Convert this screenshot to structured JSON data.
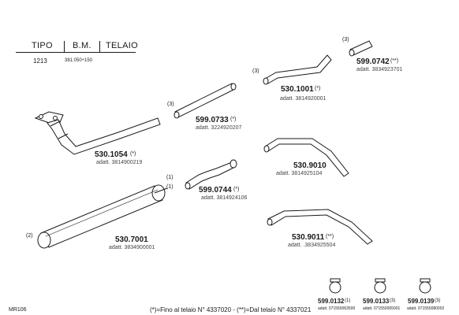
{
  "header": {
    "col_tipo": "TIPO",
    "col_bm": "B.M.",
    "col_telaio": "TELAIO",
    "tipo_value": "1213",
    "bm_value": "381.050÷150"
  },
  "parts": [
    {
      "callout": "(3)",
      "code": "599.0742",
      "marker": "(**)",
      "adatt": "adatt. 3834923701"
    },
    {
      "callout": "(3)",
      "code": "530.1001",
      "marker": "(*)",
      "adatt": "adatt. 3814920001"
    },
    {
      "callout": "(3)",
      "code": "599.0733",
      "marker": "(*)",
      "adatt": "adatt. 3224920207"
    },
    {
      "code": "530.1054",
      "marker": "(*)",
      "adatt": "adatt. 3814900219"
    },
    {
      "code": "530.9010",
      "adatt": "adatt. 3814925104"
    },
    {
      "callout": "(1)",
      "code": "599.0744",
      "marker": "(*)",
      "adatt": "adatt. 3814924106"
    },
    {
      "callout_left": "(2)",
      "callout_right": "(1)",
      "code": "530.7001",
      "adatt": "adatt. 3834900001"
    },
    {
      "code": "530.9011",
      "marker": "(**)",
      "adatt": "adatt. .3834925504"
    }
  ],
  "clamps": [
    {
      "code": "599.0132",
      "callout": "(1)",
      "adatt": "adatt. 071550063500"
    },
    {
      "code": "599.0133",
      "callout": "(3)",
      "adatt": "adatt. 071550065001"
    },
    {
      "code": "599.0139",
      "callout": "(3)",
      "adatt": "adatt. 071550080002"
    }
  ],
  "footer": {
    "page_code": "MR106",
    "note": "(*)=Fino al telaio N° 4337020  -  (**)=Dal telaio N° 4337021"
  }
}
